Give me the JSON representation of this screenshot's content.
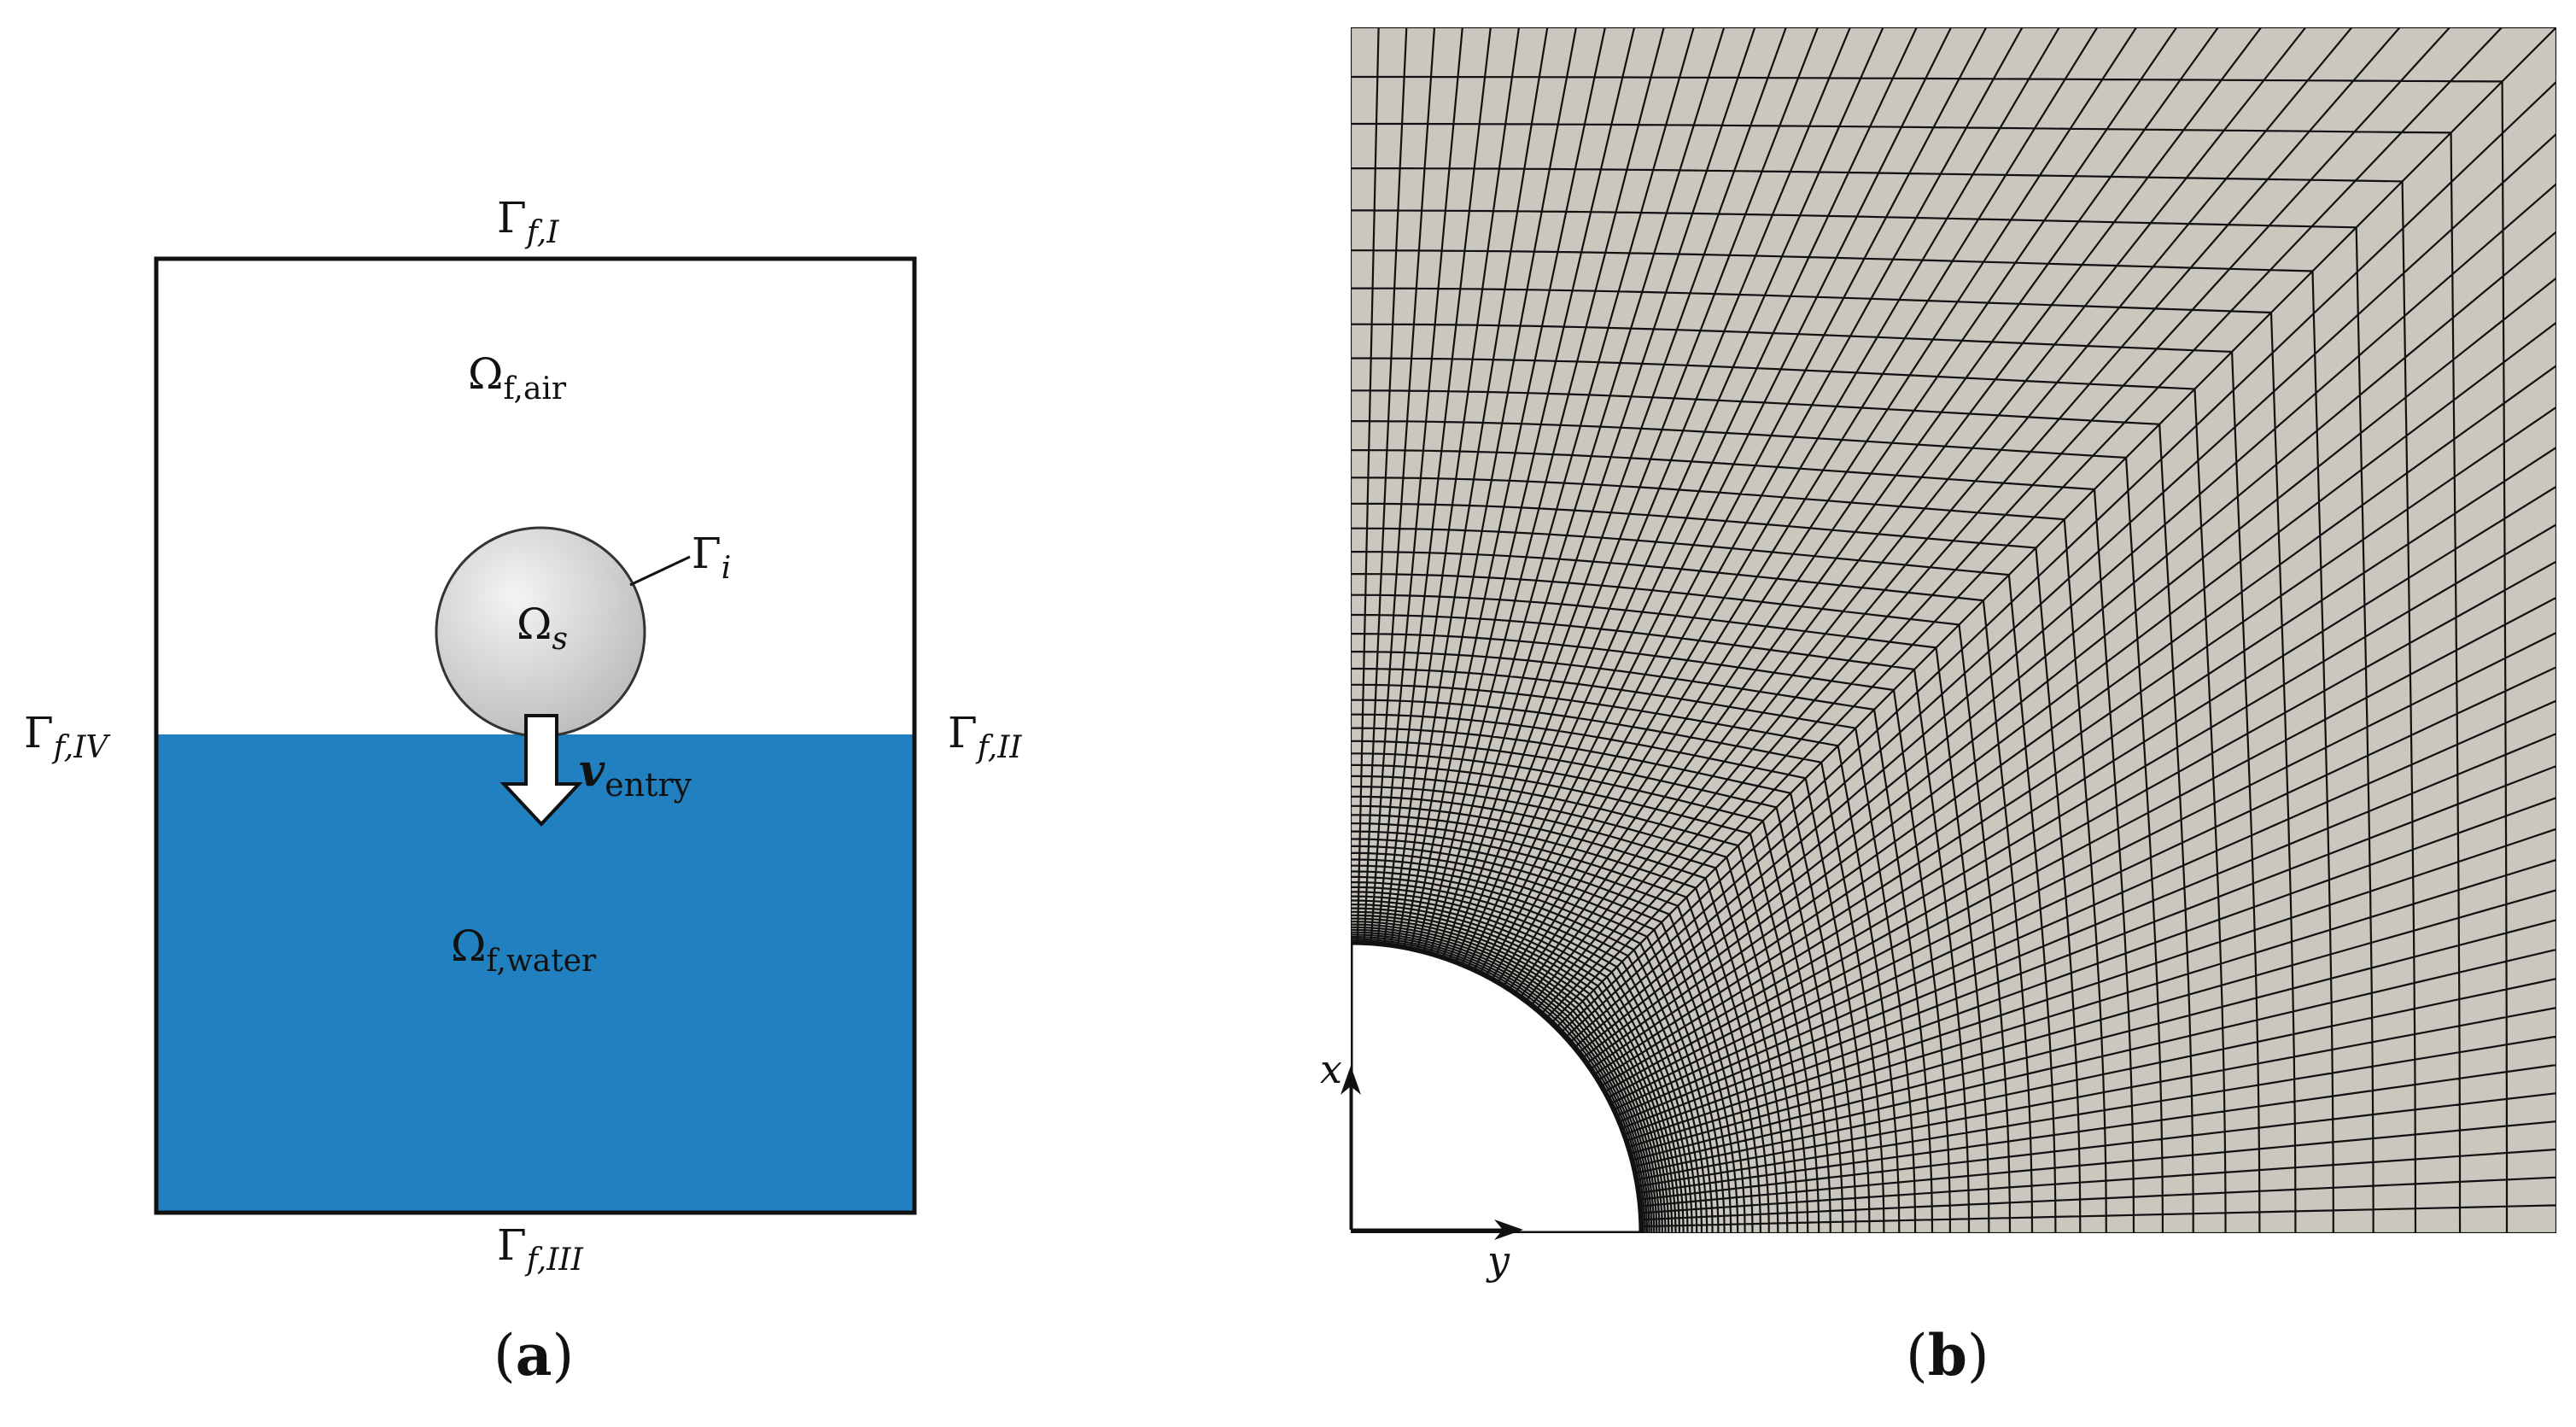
{
  "panel_a": {
    "label_open": "(",
    "label_letter": "a",
    "label_close": ")",
    "colors": {
      "water": "#2180BF",
      "sphere_light": "#f4f4f4",
      "sphere_dark": "#b9b9b9"
    },
    "boundaries": {
      "top": {
        "main": "Γ",
        "sub": "f,I"
      },
      "right": {
        "main": "Γ",
        "sub": "f,II"
      },
      "bottom": {
        "main": "Γ",
        "sub": "f,III"
      },
      "left": {
        "main": "Γ",
        "sub": "f,IV"
      },
      "interface": {
        "main": "Γ",
        "sub": "i"
      }
    },
    "regions": {
      "air": {
        "main": "Ω",
        "sub": "f,air"
      },
      "water": {
        "main": "Ω",
        "sub": "f,water"
      },
      "solid": {
        "main": "Ω",
        "sub": "s"
      }
    },
    "velocity": {
      "main": "v",
      "sub": "entry"
    }
  },
  "panel_b": {
    "label_open": "(",
    "label_letter": "b",
    "label_close": ")",
    "colors": {
      "mesh_fill": "#cac7bf",
      "mesh_line": "#111111"
    },
    "axes": {
      "vertical": "x",
      "horizontal": "y"
    }
  }
}
